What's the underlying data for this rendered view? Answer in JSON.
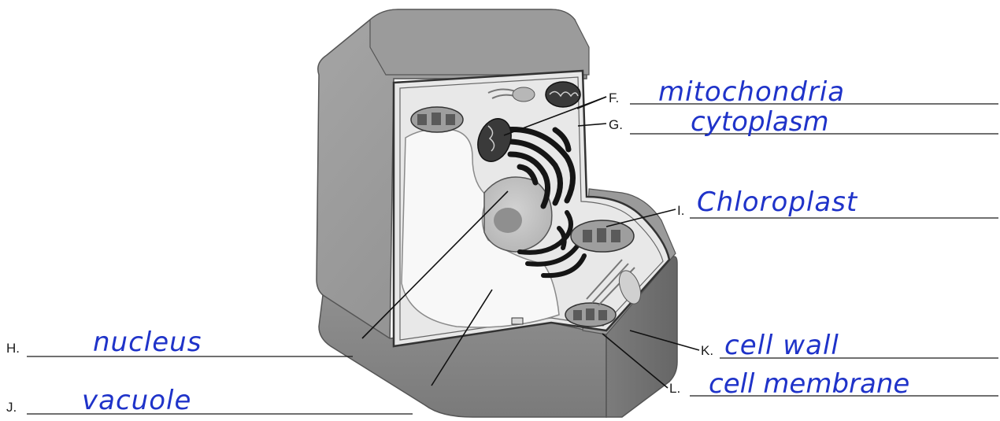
{
  "labels": {
    "F": {
      "letter": "F.",
      "answer": "mitochondria"
    },
    "G": {
      "letter": "G.",
      "answer": "cytoplasm"
    },
    "H": {
      "letter": "H.",
      "answer": "nucleus"
    },
    "I": {
      "letter": "I.",
      "answer": "Chloroplast"
    },
    "J": {
      "letter": "J.",
      "answer": "vacuole"
    },
    "K": {
      "letter": "K.",
      "answer": "cell wall"
    },
    "L": {
      "letter": "L.",
      "answer": "cell membrane"
    }
  },
  "colors": {
    "handwriting": "#1f33c9",
    "cell_wall_outer": "#8c8c8c",
    "cell_wall_dark": "#6e6e6e",
    "cytoplasm": "#e9e9e9",
    "vacuole": "#f7f7f7",
    "organelle_dark": "#1b1b1b"
  }
}
